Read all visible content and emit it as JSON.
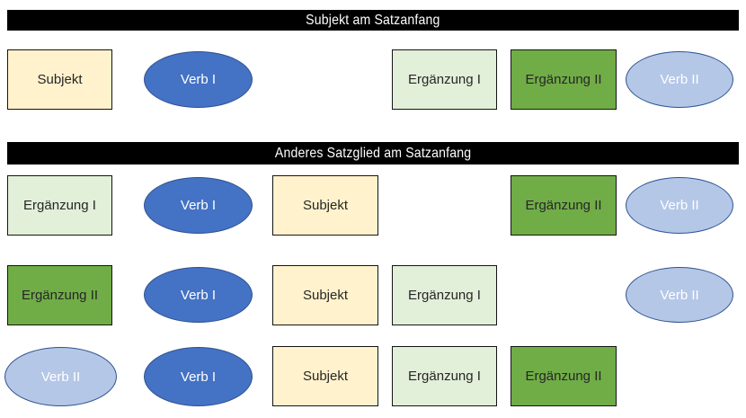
{
  "colors": {
    "banner_bg": "#000000",
    "banner_text": "#FFFFFF",
    "subject_fill": "#FFF2CC",
    "ergaenzung1_fill": "#E2EFD9",
    "ergaenzung2_fill": "#70AD47",
    "verb1_fill": "#4472C4",
    "verb2_fill": "#B4C7E7",
    "ellipse_border": "#2F528F",
    "box_border": "#141414",
    "box_text": "#262626",
    "ellipse_text": "#FFFFFF"
  },
  "sections": [
    {
      "banner": "Subjekt am Satzanfang",
      "rows": [
        {
          "shapes": [
            {
              "label": "Subjekt",
              "kind": "subject-box"
            },
            {
              "label": "Verb I",
              "kind": "verb1-ellipse"
            },
            {
              "label": "Ergänzung I",
              "kind": "ergaenzung1-box"
            },
            {
              "label": "Ergänzung II",
              "kind": "ergaenzung2-box"
            },
            {
              "label": "Verb II",
              "kind": "verb2-ellipse"
            }
          ]
        }
      ]
    },
    {
      "banner": "Anderes Satzglied am Satzanfang",
      "rows": [
        {
          "shapes": [
            {
              "label": "Ergänzung I",
              "kind": "ergaenzung1-box"
            },
            {
              "label": "Verb I",
              "kind": "verb1-ellipse"
            },
            {
              "label": "Subjekt",
              "kind": "subject-box"
            },
            {
              "label": "Ergänzung II",
              "kind": "ergaenzung2-box"
            },
            {
              "label": "Verb II",
              "kind": "verb2-ellipse"
            }
          ]
        },
        {
          "shapes": [
            {
              "label": "Ergänzung II",
              "kind": "ergaenzung2-box"
            },
            {
              "label": "Verb I",
              "kind": "verb1-ellipse"
            },
            {
              "label": "Subjekt",
              "kind": "subject-box"
            },
            {
              "label": "Ergänzung I",
              "kind": "ergaenzung1-box"
            },
            {
              "label": "Verb II",
              "kind": "verb2-ellipse"
            }
          ]
        },
        {
          "shapes": [
            {
              "label": "Verb II",
              "kind": "verb2-ellipse"
            },
            {
              "label": "Verb I",
              "kind": "verb1-ellipse"
            },
            {
              "label": "Subjekt",
              "kind": "subject-box"
            },
            {
              "label": "Ergänzung I",
              "kind": "ergaenzung1-box"
            },
            {
              "label": "Ergänzung II",
              "kind": "ergaenzung2-box"
            }
          ]
        }
      ]
    }
  ]
}
